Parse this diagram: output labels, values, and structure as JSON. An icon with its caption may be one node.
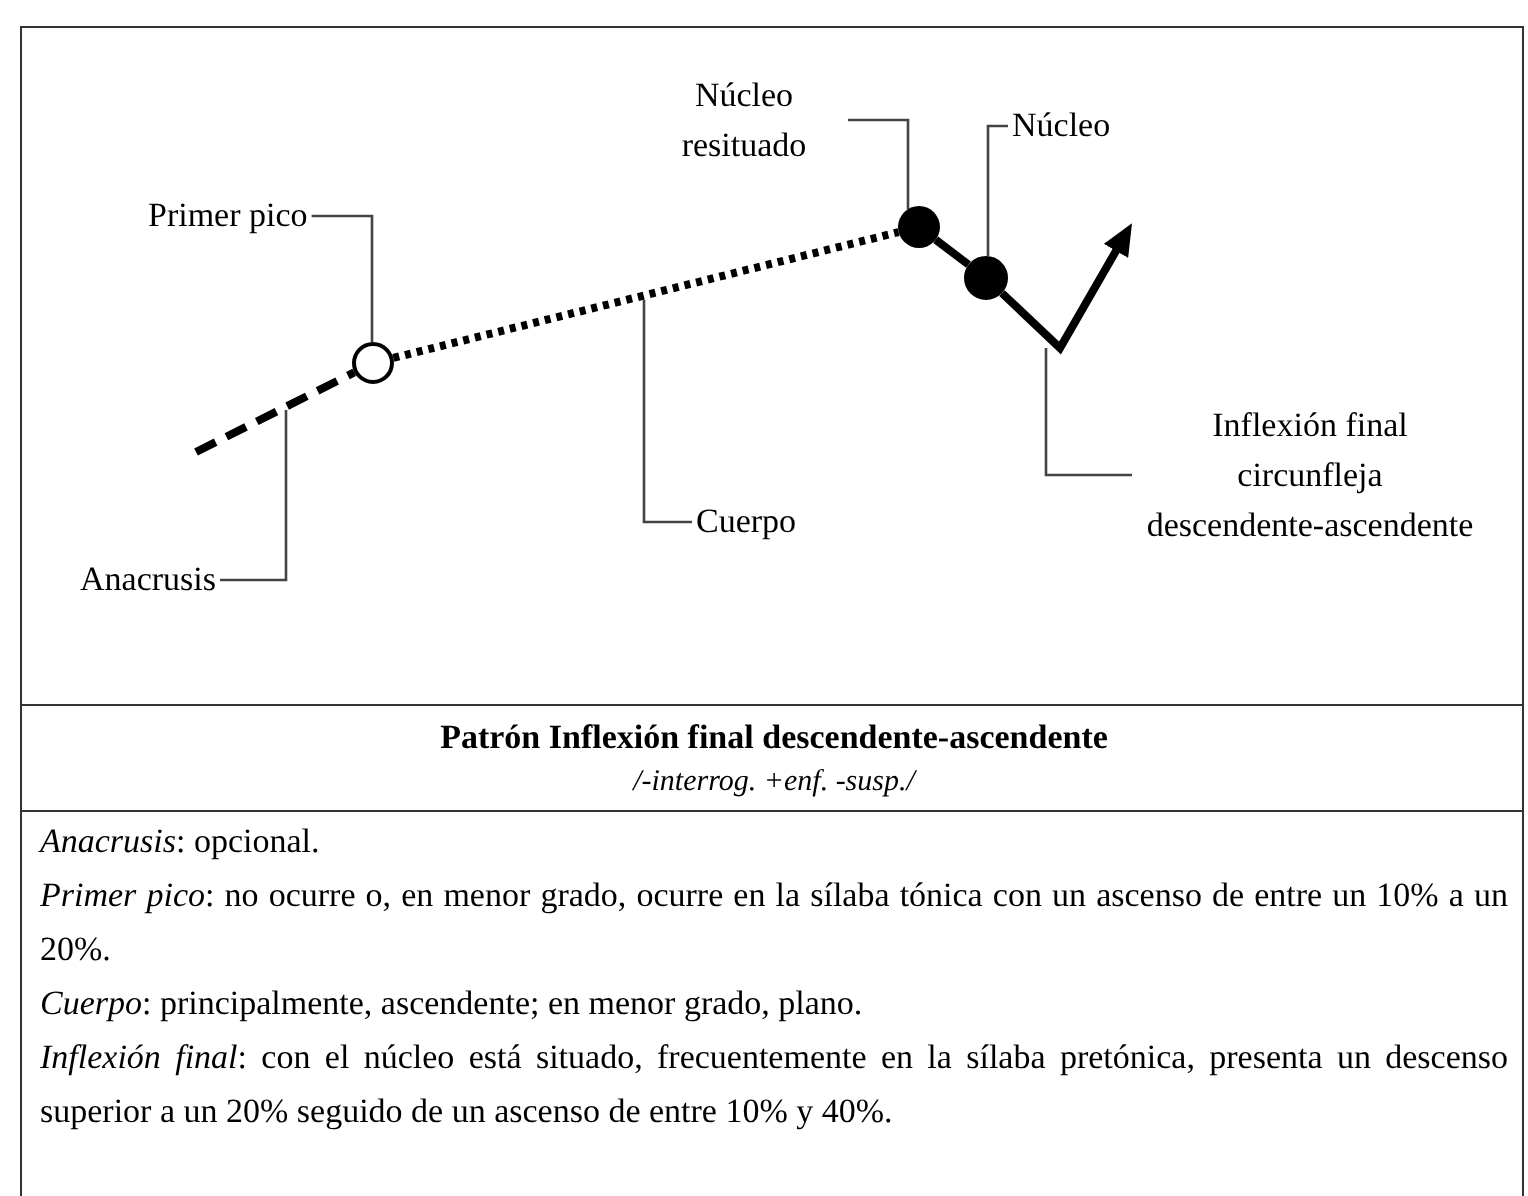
{
  "diagram": {
    "nodes": [
      {
        "text": [
          "Primer pico"
        ]
      },
      {
        "text": [],
        "shape": "circle"
      },
      {
        "text": [
          "Núcleo resituado"
        ]
      },
      {
        "text": [],
        "shape": "circle"
      },
      {
        "text": [
          "Núcleo"
        ]
      },
      {
        "text": [],
        "shape": "circle"
      },
      {
        "text": [
          "Anacrusis"
        ]
      },
      {
        "text": [
          "Cuerpo"
        ]
      },
      {
        "text": [
          "Inflexión final circunfleja descendente-ascendente"
        ]
      }
    ],
    "edges": [
      {
        "from": 0,
        "to": 1,
        "arrow": "none"
      },
      {
        "from": 2,
        "to": 3,
        "arrow": "none"
      },
      {
        "from": 4,
        "to": 5,
        "arrow": "none"
      },
      {
        "from": 6,
        "to": null,
        "arrow": "none"
      },
      {
        "from": 7,
        "to": null,
        "arrow": "none"
      },
      {
        "from": 8,
        "to": null,
        "arrow": "none"
      },
      {
        "from": null,
        "to": 1,
        "arrow": "none",
        "style": "dashed"
      },
      {
        "from": 1,
        "to": 3,
        "arrow": "none",
        "style": "dashed"
      },
      {
        "from": 3,
        "to": 5,
        "arrow": "none",
        "style": "thick"
      },
      {
        "from": 5,
        "to": null,
        "arrow": "to",
        "style": "thick"
      }
    ],
    "labels": [
      "Patrón Inflexión final descendente-ascendente",
      "/-interrog. +enf. -susp./",
      "*Anacrusis*: opcional.",
      "*Primer pico*: no ocurre o, en menor grado, ocurre en la sílaba tónica con un ascenso de entre un 10% a un 20%.",
      "*Cuerpo*: principalmente, ascendente; en menor grado, plano.",
      "*Inflexión final*: con el núcleo está situado, frecuentemente en la sílaba pretónica, presenta un descenso superior a un 20% seguido de un ascenso de entre 10% y 40%."
    ]
  }
}
